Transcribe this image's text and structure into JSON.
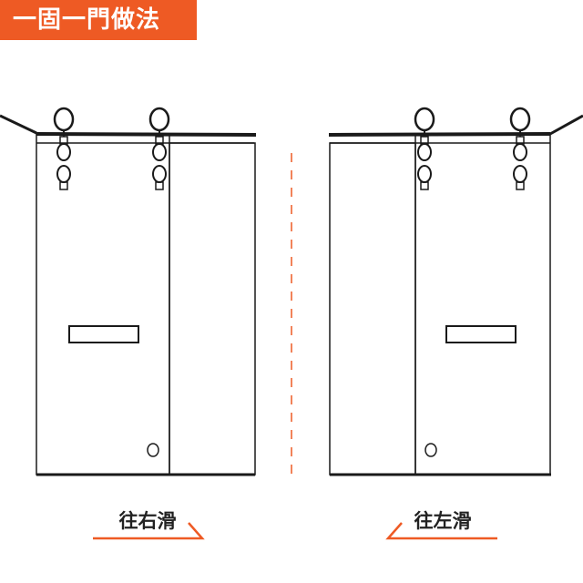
{
  "header": {
    "title": "一固一門做法"
  },
  "colors": {
    "accent": "#ee5a24",
    "line": "#1a1a1a",
    "background": "#ffffff"
  },
  "doors": [
    {
      "caption": "往右滑",
      "arrow_direction": "right"
    },
    {
      "caption": "往左滑",
      "arrow_direction": "left"
    }
  ]
}
